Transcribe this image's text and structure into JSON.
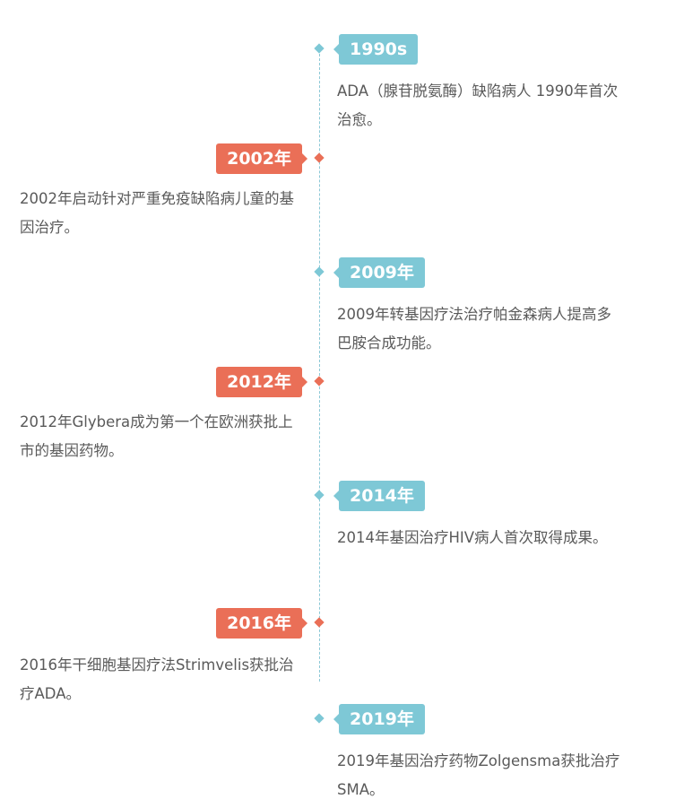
{
  "colors": {
    "right_accent": "#7ec8d6",
    "left_accent": "#ea6f57",
    "text": "#5a5a5a",
    "line": "#8cc8d6"
  },
  "events": [
    {
      "year": "1990s",
      "side": "right",
      "text": "ADA（腺苷脱氨酶）缺陷病人 1990年首次治愈。"
    },
    {
      "year": "2002年",
      "side": "left",
      "text": "2002年启动针对严重免疫缺陷病儿童的基因治疗。"
    },
    {
      "year": "2009年",
      "side": "right",
      "text": "2009年转基因疗法治疗帕金森病人提高多巴胺合成功能。"
    },
    {
      "year": "2012年",
      "side": "left",
      "text": "2012年Glybera成为第一个在欧洲获批上 市的基因药物。"
    },
    {
      "year": "2014年",
      "side": "right",
      "text": "2014年基因治疗HIV病人首次取得成果。"
    },
    {
      "year": "2016年",
      "side": "left",
      "text": "2016年干细胞基因疗法Strimvelis获批治疗ADA。"
    },
    {
      "year": "2019年",
      "side": "right",
      "text": "2019年基因治疗药物Zolgensma获批治疗SMA。"
    }
  ]
}
